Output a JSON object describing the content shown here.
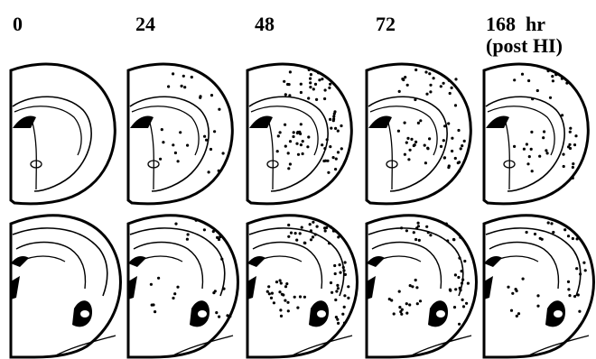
{
  "figure": {
    "time_labels": [
      "0",
      "24",
      "48",
      "72",
      "168  hr"
    ],
    "time_sublabel": "(post HI)"
  },
  "sections": {
    "top_row": {
      "panels": [
        {
          "time": "0",
          "dot_density": 0
        },
        {
          "time": "24",
          "dot_density": 0.35
        },
        {
          "time": "48",
          "dot_density": 1.0
        },
        {
          "time": "72",
          "dot_density": 0.8
        },
        {
          "time": "168  hr",
          "dot_density": 0.55
        }
      ]
    },
    "bottom_row": {
      "panels": [
        {
          "time": "0",
          "dot_density": 0
        },
        {
          "time": "24",
          "dot_density": 0.35
        },
        {
          "time": "48",
          "dot_density": 1.0
        },
        {
          "time": "72",
          "dot_density": 0.75
        },
        {
          "time": "168  hr",
          "dot_density": 0.45
        }
      ]
    }
  }
}
